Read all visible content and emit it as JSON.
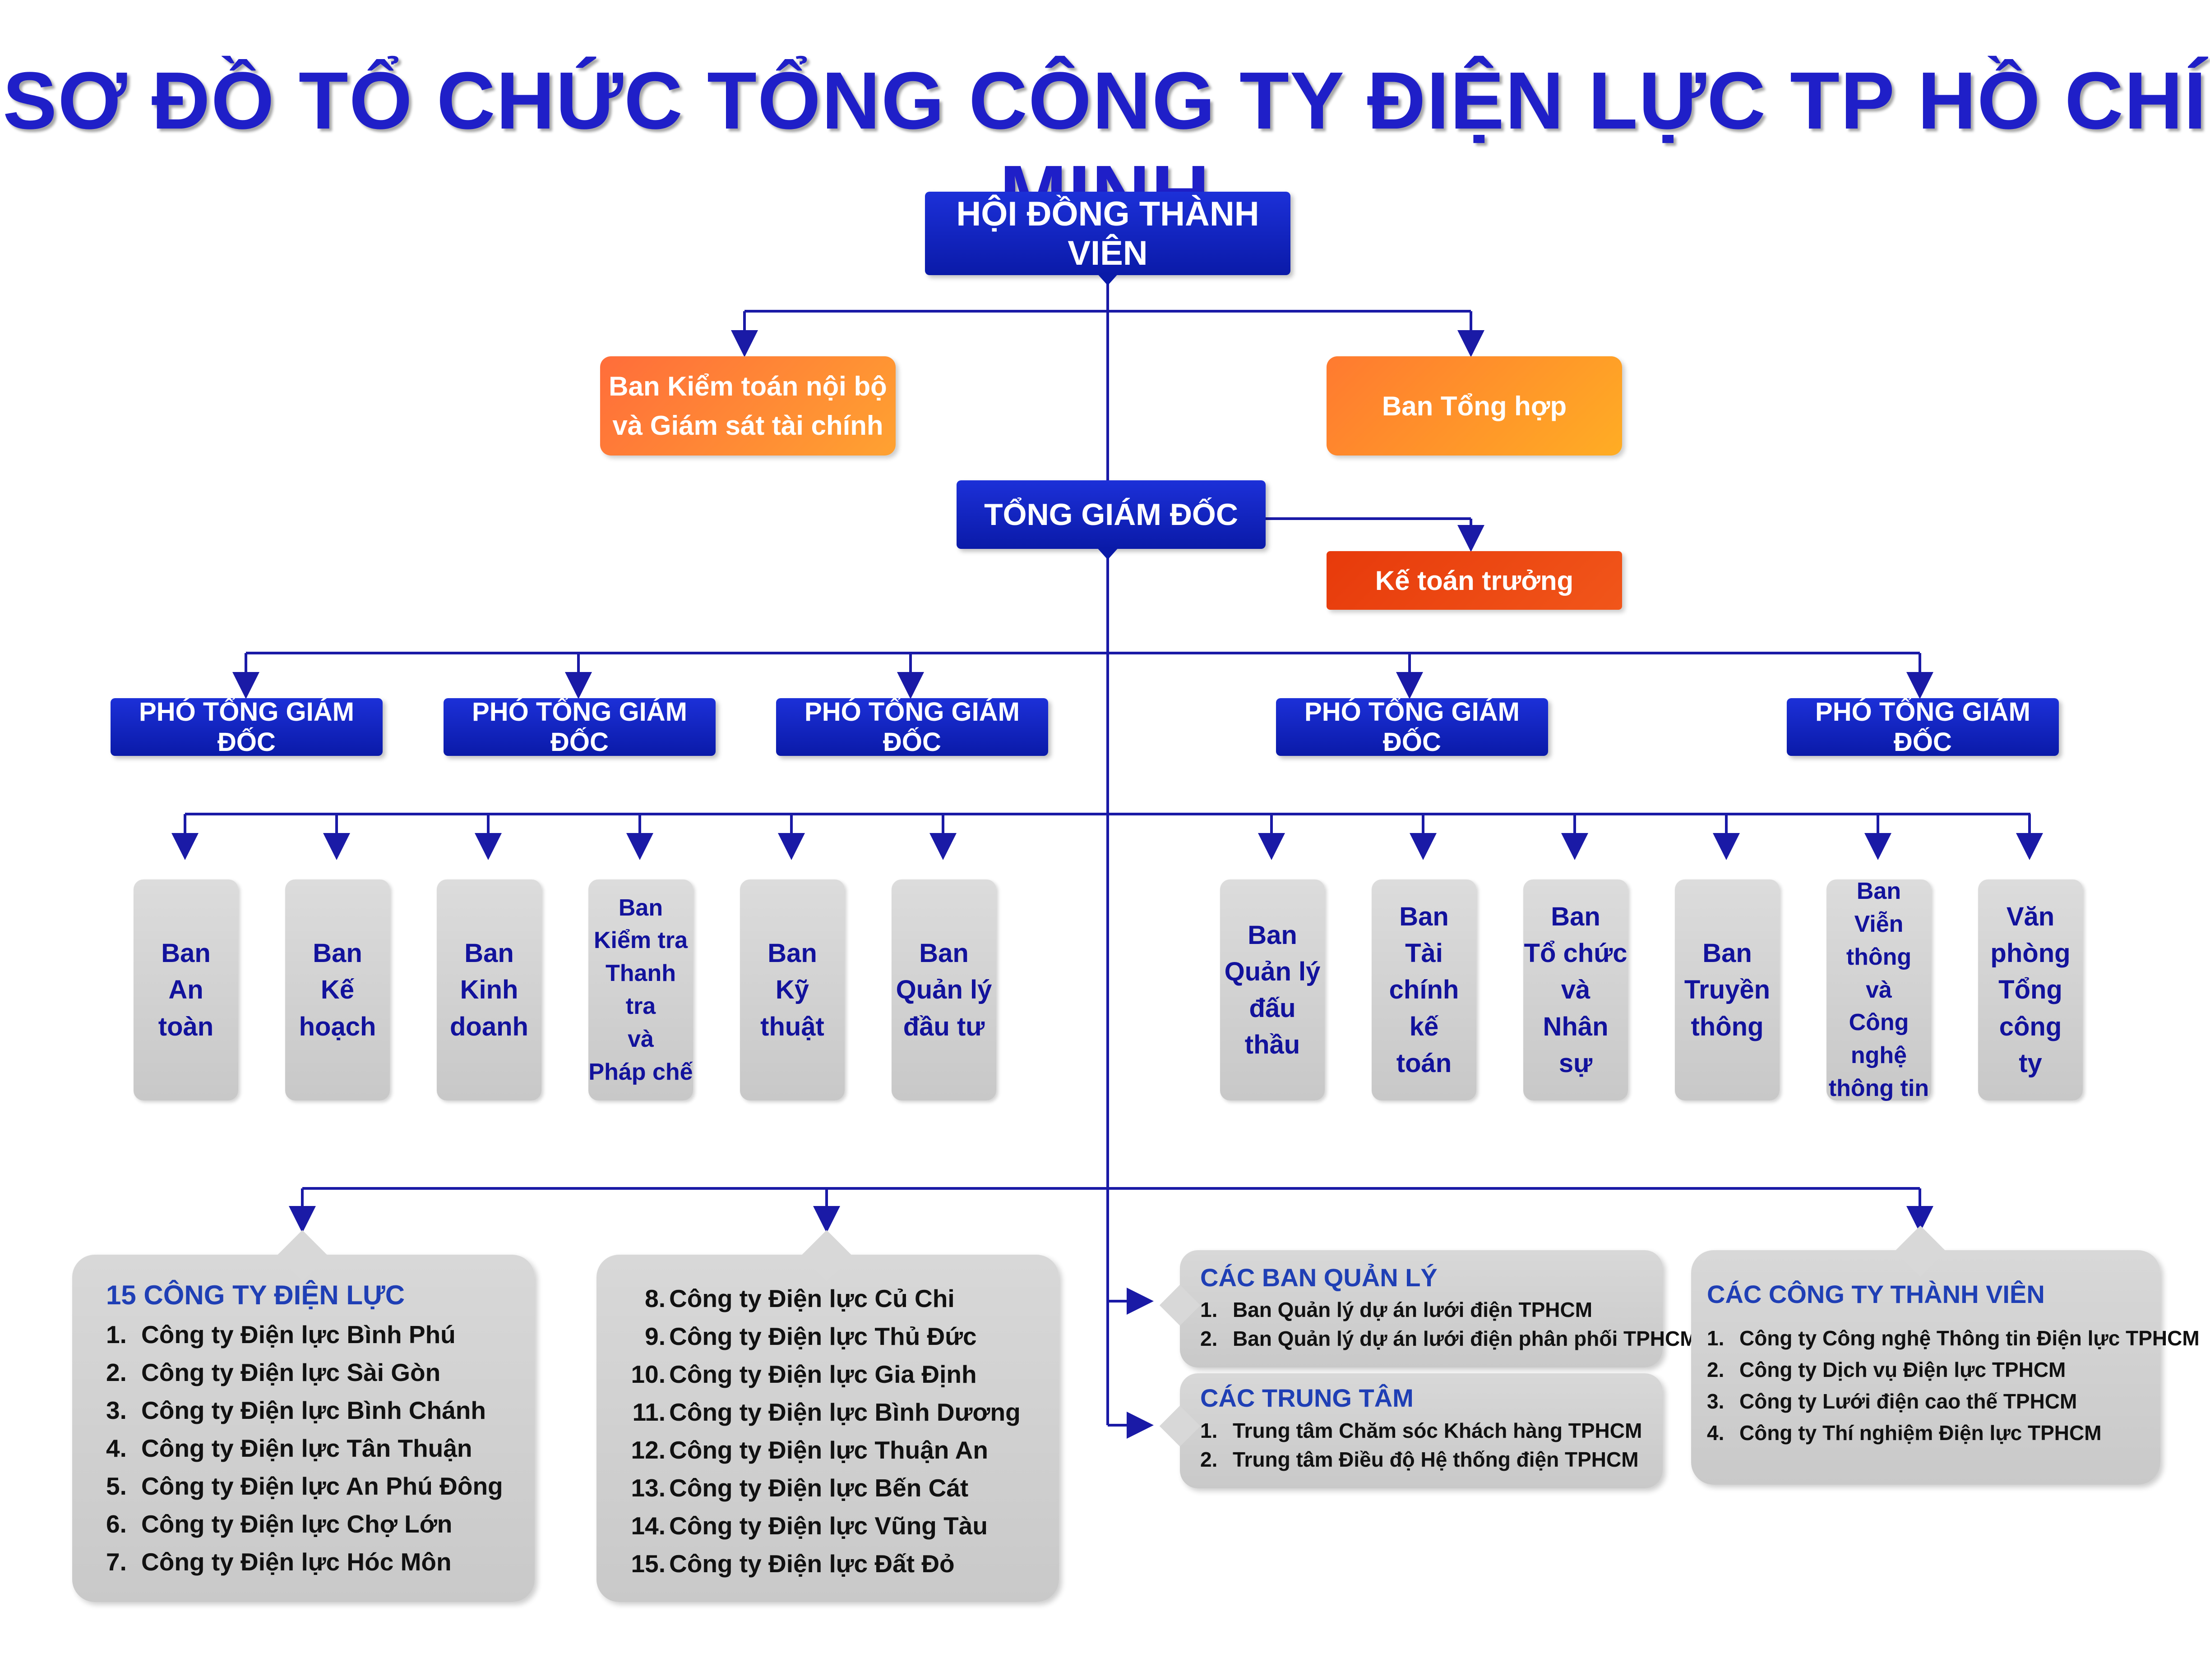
{
  "title": "SƠ ĐỒ TỔ CHỨC TỔNG CÔNG TY ĐIỆN LỰC TP HỒ CHÍ MINH",
  "board": "HỘI ĐỒNG THÀNH VIÊN",
  "audit_committee": "Ban Kiểm toán nội bộ\nvà Giám sát tài chính",
  "general_committee": "Ban Tổng hợp",
  "ceo": "TỔNG GIÁM ĐỐC",
  "chief_accountant": "Kế toán trưởng",
  "deputy_label": "PHÓ TỔNG GIÁM ĐỐC",
  "departments": [
    "Ban\nAn\ntoàn",
    "Ban\nKế\nhoạch",
    "Ban\nKinh\ndoanh",
    "Ban\nKiểm tra\nThanh tra\nvà\nPháp chế",
    "Ban\nKỹ\nthuật",
    "Ban\nQuản lý\nđầu tư",
    "Ban\nQuản lý\nđấu\nthầu",
    "Ban\nTài\nchính\nkế\ntoán",
    "Ban\nTổ chức\nvà\nNhân sự",
    "Ban\nTruyền\nthông",
    "Ban\nViễn thông\nvà\nCông nghệ\nthông tin",
    "Văn\nphòng\nTổng\ncông\nty"
  ],
  "power_companies": {
    "title": "15 CÔNG TY ĐIỆN LỰC",
    "items": [
      "Công ty Điện lực Bình Phú",
      "Công ty Điện lực Sài Gòn",
      "Công ty Điện lực Bình Chánh",
      "Công ty Điện lực Tân Thuận",
      "Công ty Điện lực An Phú Đông",
      "Công ty Điện lực Chợ Lớn",
      "Công ty Điện lực Hóc Môn",
      "Công ty Điện lực Củ Chi",
      "Công ty Điện lực Thủ Đức",
      "Công ty Điện lực Gia Định",
      "Công ty Điện lực Bình Dương",
      "Công ty Điện lực Thuận An",
      "Công ty Điện lực Bến Cát",
      "Công ty Điện lực Vũng Tàu",
      "Công ty Điện lực Đất Đỏ"
    ]
  },
  "management_boards": {
    "title": "CÁC BAN QUẢN LÝ",
    "items": [
      "Ban Quản lý dự án lưới điện TPHCM",
      "Ban Quản lý dự án lưới điện phân phối TPHCM"
    ]
  },
  "centers": {
    "title": "CÁC TRUNG TÂM",
    "items": [
      "Trung tâm Chăm sóc Khách hàng TPHCM",
      "Trung tâm Điều độ Hệ thống điện TPHCM"
    ]
  },
  "member_companies": {
    "title": "CÁC CÔNG TY THÀNH VIÊN",
    "items": [
      "Công ty Công nghệ Thông tin Điện lực TPHCM",
      "Công ty Dịch vụ Điện lực TPHCM",
      "Công ty Lưới điện cao thế TPHCM",
      "Công ty Thí nghiệm Điện lực TPHCM"
    ]
  },
  "colors": {
    "navy": "#1226c4",
    "title_blue": "#1f1fc8",
    "dept_text": "#12129c",
    "group_title": "#1f3fb5",
    "orange": "#ff8a30",
    "orange_red": "#e9430f",
    "gray": "#d3d3d3",
    "line": "#1a1aa6"
  }
}
